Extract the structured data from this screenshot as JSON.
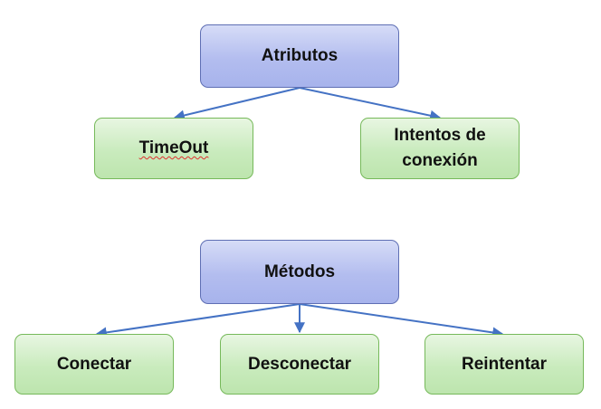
{
  "attributes_tree": {
    "root": {
      "label": "Atributos"
    },
    "children": [
      {
        "label": "TimeOut"
      },
      {
        "label_line1": "Intentos de",
        "label_line2": "conexión"
      }
    ]
  },
  "methods_tree": {
    "root": {
      "label": "Métodos"
    },
    "children": [
      {
        "label": "Conectar"
      },
      {
        "label": "Desconectar"
      },
      {
        "label": "Reintentar"
      }
    ]
  },
  "colors": {
    "root_fill": "#b3bdef",
    "root_border": "#5f6fb4",
    "child_fill": "#c9ebbd",
    "child_border": "#76b95a",
    "connector": "#4472c4"
  }
}
